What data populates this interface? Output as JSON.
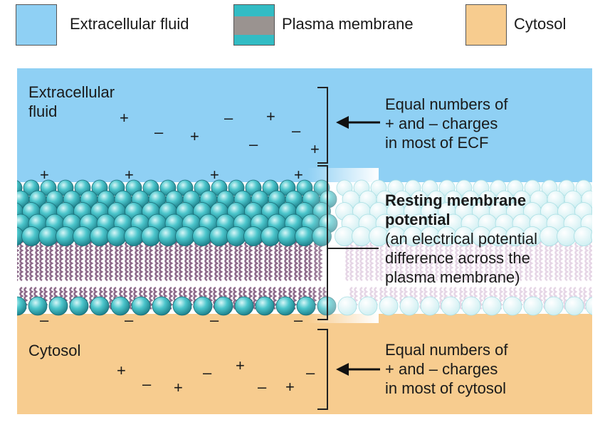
{
  "legend": [
    {
      "label": "Extracellular fluid",
      "color": "#8fd0f4"
    },
    {
      "label": "Plasma membrane",
      "color": "#9a9390",
      "stripe": "#32bcc4"
    },
    {
      "label": "Cytosol",
      "color": "#f7cc8f"
    }
  ],
  "regions": {
    "ecf_label": [
      "Extracellular",
      "fluid"
    ],
    "cytosol_label": "Cytosol"
  },
  "annotations": {
    "ecf": [
      "Equal numbers of",
      "+ and – charges",
      "in most of ECF"
    ],
    "membrane_title": [
      "Resting membrane",
      "potential"
    ],
    "membrane_desc": [
      "(an electrical potential",
      "difference across the",
      "plasma membrane)"
    ],
    "cytosol": [
      "Equal numbers of",
      "+ and – charges",
      "in most of cytosol"
    ]
  },
  "charges": {
    "ecf_random": [
      "+",
      "–",
      "+",
      "–",
      "+",
      "–",
      "–",
      "+"
    ],
    "membrane_outer": [
      "+",
      "+",
      "+",
      "+"
    ],
    "membrane_inner": [
      "–",
      "–",
      "–",
      "–"
    ],
    "cytosol_random": [
      "+",
      "–",
      "+",
      "–",
      "+",
      "–",
      "+",
      "–"
    ]
  },
  "colors": {
    "ecf": "#8fd0f4",
    "cytosol": "#f7cc8f",
    "head": "#32bcc4",
    "tail": "#8d6a8a"
  }
}
